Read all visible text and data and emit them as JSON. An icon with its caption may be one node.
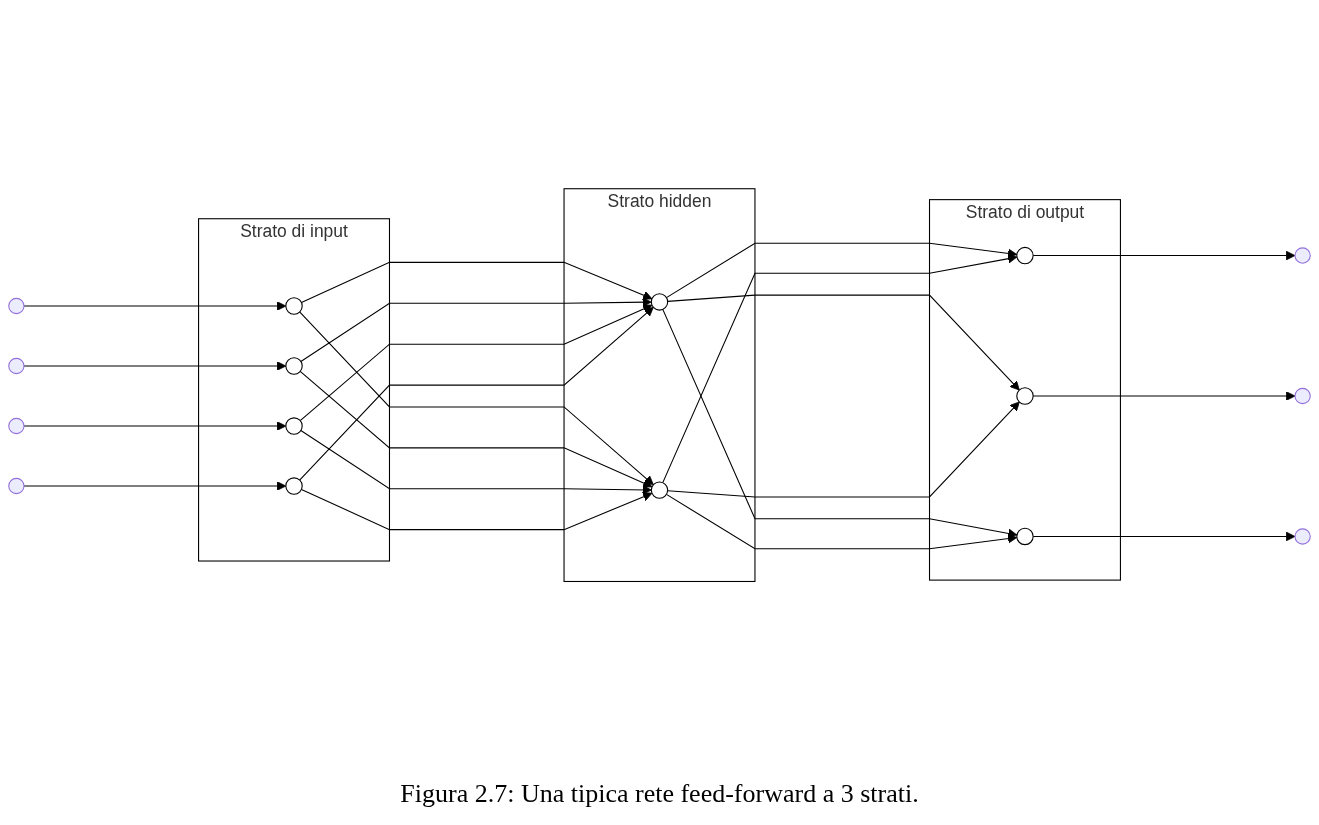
{
  "diagram": {
    "caption": "Figura 2.7: Una tipica rete feed-forward a 3 strati.",
    "nodes": [
      {
        "text": [
          "Strato di input"
        ]
      },
      {
        "text": [],
        "shape": "circle",
        "in": 0
      },
      {
        "text": [],
        "shape": "circle",
        "in": 0
      },
      {
        "text": [],
        "shape": "circle",
        "in": 0
      },
      {
        "text": [],
        "shape": "circle",
        "in": 0
      },
      {
        "text": [
          "Strato hidden"
        ]
      },
      {
        "text": [],
        "shape": "circle",
        "in": 5
      },
      {
        "text": [],
        "shape": "circle",
        "in": 5
      },
      {
        "text": [
          "Strato di output"
        ]
      },
      {
        "text": [],
        "shape": "circle",
        "in": 8
      },
      {
        "text": [],
        "shape": "circle",
        "in": 8
      },
      {
        "text": [],
        "shape": "circle",
        "in": 8
      }
    ],
    "edges": [
      {
        "from": null,
        "to": 1,
        "arrow": "to"
      },
      {
        "from": null,
        "to": 2,
        "arrow": "to"
      },
      {
        "from": null,
        "to": 3,
        "arrow": "to"
      },
      {
        "from": null,
        "to": 4,
        "arrow": "to"
      },
      {
        "from": 1,
        "to": 6,
        "arrow": "to"
      },
      {
        "from": 1,
        "to": 7,
        "arrow": "to"
      },
      {
        "from": 2,
        "to": 6,
        "arrow": "to"
      },
      {
        "from": 2,
        "to": 7,
        "arrow": "to"
      },
      {
        "from": 3,
        "to": 6,
        "arrow": "to"
      },
      {
        "from": 3,
        "to": 7,
        "arrow": "to"
      },
      {
        "from": 4,
        "to": 6,
        "arrow": "to"
      },
      {
        "from": 4,
        "to": 7,
        "arrow": "to"
      },
      {
        "from": 6,
        "to": 9,
        "arrow": "to"
      },
      {
        "from": 6,
        "to": 10,
        "arrow": "to"
      },
      {
        "from": 6,
        "to": 11,
        "arrow": "to"
      },
      {
        "from": 7,
        "to": 9,
        "arrow": "to"
      },
      {
        "from": 7,
        "to": 10,
        "arrow": "to"
      },
      {
        "from": 7,
        "to": 11,
        "arrow": "to"
      },
      {
        "from": 9,
        "to": null,
        "arrow": "to"
      },
      {
        "from": 10,
        "to": null,
        "arrow": "to"
      },
      {
        "from": 11,
        "to": null,
        "arrow": "to"
      }
    ]
  }
}
